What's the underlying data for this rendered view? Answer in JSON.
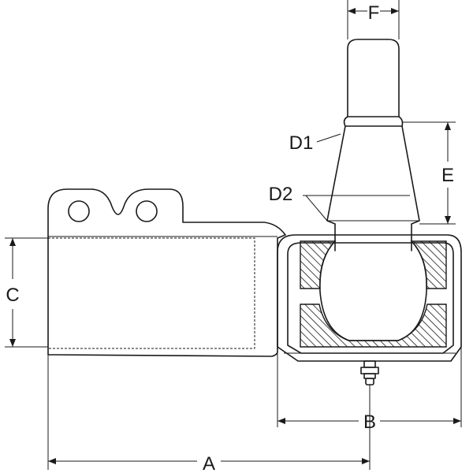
{
  "diagram": {
    "labels": {
      "A": "A",
      "B": "B",
      "C": "C",
      "D1": "D1",
      "D2": "D2",
      "E": "E",
      "F": "F"
    }
  }
}
